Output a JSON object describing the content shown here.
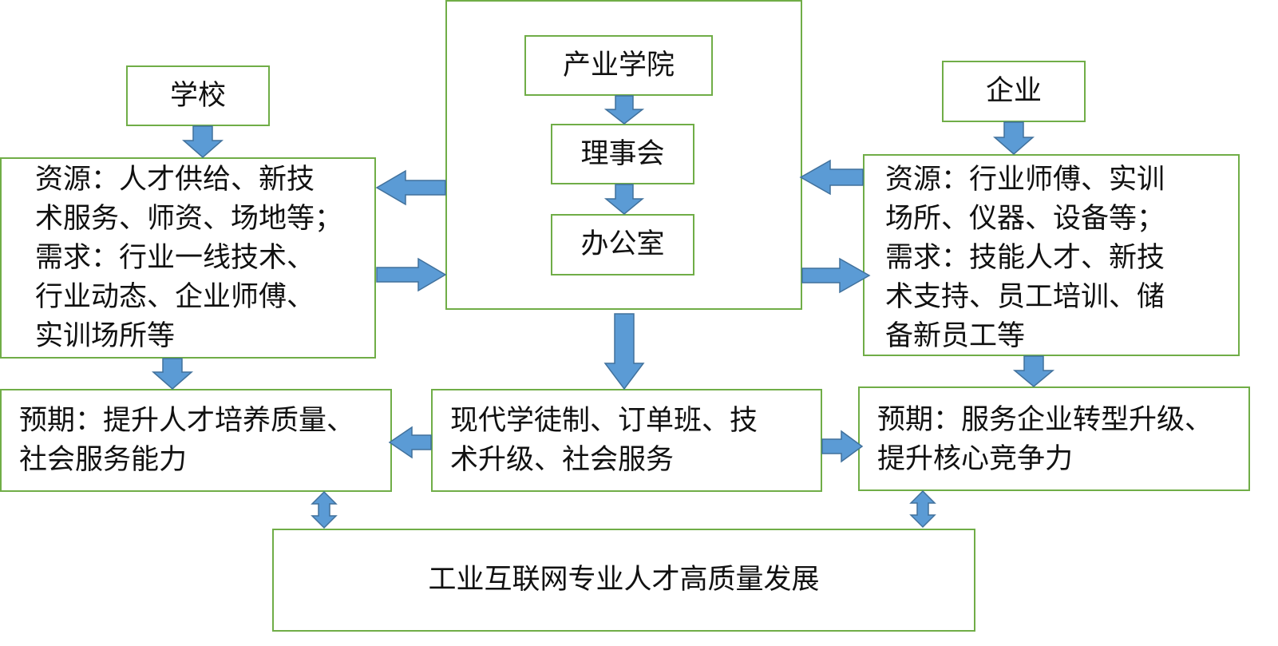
{
  "colors": {
    "box_border": "#70ad47",
    "arrow_fill": "#5b9bd5",
    "arrow_stroke": "#41719c",
    "text": "#111111"
  },
  "center": {
    "college": "产业学院",
    "council": "理事会",
    "office": "办公室"
  },
  "school": {
    "title": "学校",
    "resources_needs": "资源：人才供给、新技\n术服务、师资、场地等；\n需求：行业一线技术、\n行业动态、企业师傅、\n实训场所等",
    "expectation": "预期：提升人才培养质量、\n社会服务能力"
  },
  "enterprise": {
    "title": "企业",
    "resources_needs": "资源：行业师傅、实训\n场所、仪器、设备等；\n需求：技能人才、新技\n术支持、员工培训、储\n备新员工等",
    "expectation": "预期：服务企业转型升级、\n提升核心竞争力"
  },
  "outputs": "现代学徒制、订单班、技\n术升级、社会服务",
  "goal": "工业互联网专业人才高质量发展",
  "arrow_icons": [
    "down-arrow-icon",
    "right-arrow-icon",
    "left-arrow-icon",
    "up-down-arrow-icon"
  ]
}
